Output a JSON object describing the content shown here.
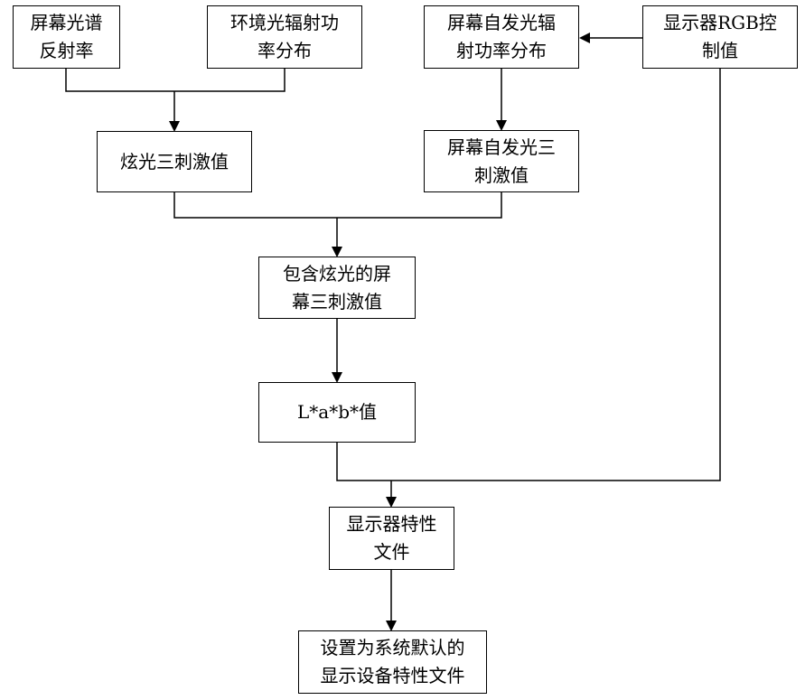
{
  "nodes": {
    "screen_reflectance": {
      "lines": [
        "屏幕光谱",
        "反射率"
      ]
    },
    "ambient_power": {
      "lines": [
        "环境光辐射功",
        "率分布"
      ]
    },
    "screen_emission_power": {
      "lines": [
        "屏幕自发光辐",
        "射功率分布"
      ]
    },
    "rgb_control": {
      "lines": [
        "显示器RGB控",
        "制值"
      ]
    },
    "glare_tristimulus": {
      "lines": [
        "炫光三刺激值"
      ]
    },
    "screen_emission_tristimulus": {
      "lines": [
        "屏幕自发光三",
        "刺激值"
      ]
    },
    "combined_tristimulus": {
      "lines": [
        "包含炫光的屏",
        "幕三刺激值"
      ]
    },
    "lab_value": {
      "lines": [
        "L*a*b*值"
      ]
    },
    "display_profile": {
      "lines": [
        "显示器特性",
        "文件"
      ]
    },
    "set_default": {
      "lines": [
        "设置为系统默认的",
        "显示设备特性文件"
      ]
    }
  }
}
